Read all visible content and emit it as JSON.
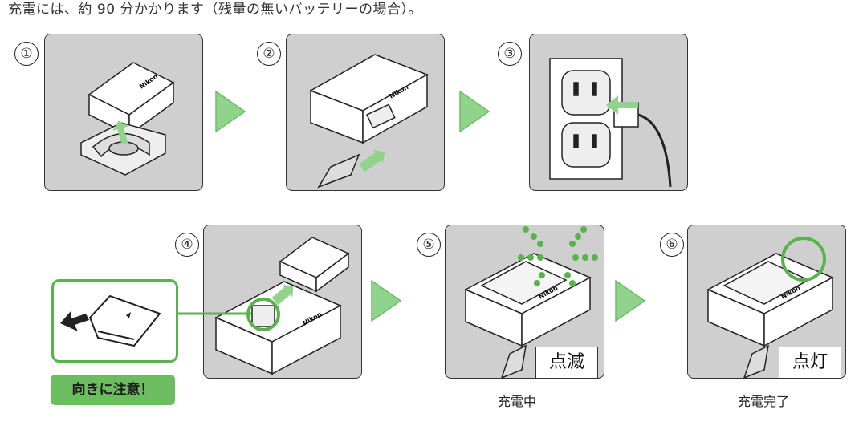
{
  "intro_text": "充電には、約 90 分かかります（残量の無いバッテリーの場合）。",
  "steps": [
    "①",
    "②",
    "③",
    "④",
    "⑤",
    "⑥"
  ],
  "brand": "Nikon",
  "blink_label": "点滅",
  "lit_label": "点灯",
  "charging_caption": "充電中",
  "complete_caption": "充電完了",
  "warning_label": "向きに注意！",
  "colors": {
    "panel": "#cfcfcf",
    "arrow": "#8fd48a",
    "accent_green": "#59b34d",
    "warning_bg": "#6bbd5f"
  }
}
